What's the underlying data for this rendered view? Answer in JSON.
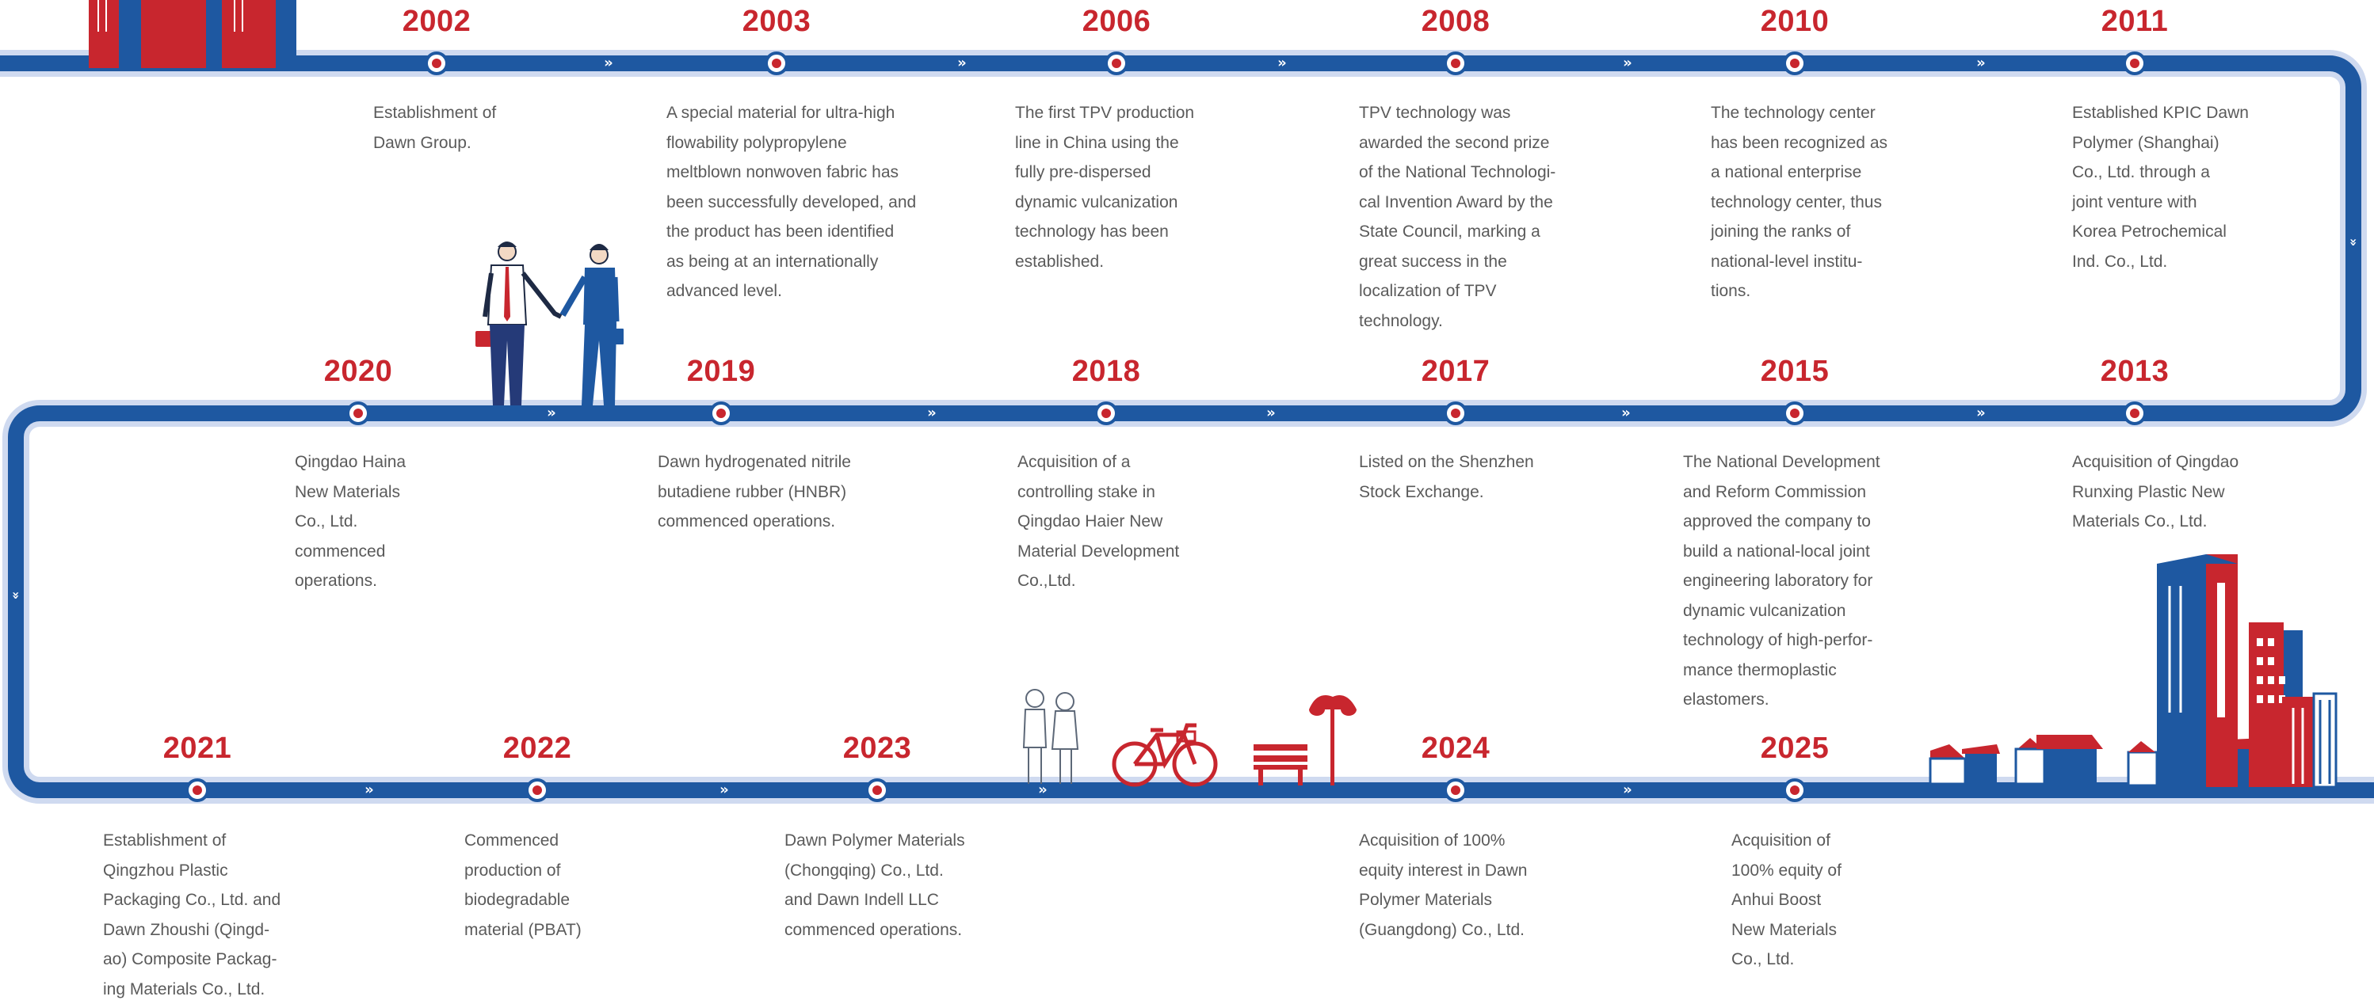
{
  "colors": {
    "track_blue": "#1e58a1",
    "track_halo": "#cfdaf0",
    "accent_red": "#c8262e",
    "text_gray": "#5a5a5a"
  },
  "row1": [
    {
      "year": "2002",
      "lines": [
        "Establishment of",
        "Dawn Group."
      ]
    },
    {
      "year": "2003",
      "lines": [
        "A special material for ultra-high",
        "flowability polypropylene",
        "meltblown nonwoven fabric has",
        "been successfully developed, and",
        "the product has been identified",
        "as being at an internationally",
        "advanced level."
      ]
    },
    {
      "year": "2006",
      "lines": [
        "The first TPV production",
        "line in China using the",
        "fully pre-dispersed",
        "dynamic vulcanization",
        "technology has been",
        "established."
      ]
    },
    {
      "year": "2008",
      "lines": [
        "TPV technology was",
        "awarded the second prize",
        "of the National Technologi-",
        "cal Invention Award by the",
        "State Council, marking a",
        "great success in the",
        "localization of TPV",
        "technology."
      ]
    },
    {
      "year": "2010",
      "lines": [
        "The technology center",
        "has been recognized as",
        "a national enterprise",
        "technology center, thus",
        "joining the ranks of",
        "national-level institu-",
        "tions."
      ]
    },
    {
      "year": "2011",
      "lines": [
        "Established KPIC Dawn",
        "Polymer (Shanghai)",
        "Co., Ltd. through a",
        "joint venture with",
        "Korea Petrochemical",
        "Ind. Co., Ltd."
      ]
    }
  ],
  "row2": [
    {
      "year": "2020",
      "lines": [
        "Qingdao Haina",
        "New Materials",
        "Co., Ltd.",
        "commenced",
        "operations."
      ]
    },
    {
      "year": "2019",
      "lines": [
        "Dawn hydrogenated nitrile",
        "butadiene rubber (HNBR)",
        "commenced operations."
      ]
    },
    {
      "year": "2018",
      "lines": [
        "Acquisition of a",
        "controlling stake in",
        "Qingdao Haier New",
        "Material Development",
        "Co.,Ltd."
      ]
    },
    {
      "year": "2017",
      "lines": [
        "Listed on the Shenzhen",
        "Stock Exchange."
      ]
    },
    {
      "year": "2015",
      "lines": [
        "The National Development",
        "and Reform Commission",
        "approved the company to",
        "build a national-local joint",
        "engineering laboratory for",
        "dynamic vulcanization",
        "technology of high-perfor-",
        "mance thermoplastic",
        "elastomers."
      ]
    },
    {
      "year": "2013",
      "lines": [
        "Acquisition of Qingdao",
        "Runxing Plastic New",
        "Materials Co., Ltd."
      ]
    }
  ],
  "row3": [
    {
      "year": "2021",
      "lines": [
        "Establishment of",
        "Qingzhou Plastic",
        "Packaging Co., Ltd. and",
        "Dawn Zhoushi (Qingd-",
        "ao) Composite Packag-",
        "ing Materials Co., Ltd."
      ]
    },
    {
      "year": "2022",
      "lines": [
        "Commenced",
        "production of",
        "biodegradable",
        "material (PBAT)"
      ]
    },
    {
      "year": "2023",
      "lines": [
        "Dawn Polymer Materials",
        "(Chongqing) Co., Ltd.",
        "and Dawn Indell LLC",
        "commenced operations."
      ]
    },
    {
      "year": "2024",
      "lines": [
        "Acquisition of 100%",
        "equity interest in Dawn",
        "Polymer Materials",
        "(Guangdong) Co., Ltd."
      ]
    },
    {
      "year": "2025",
      "lines": [
        "Acquisition of",
        "100% equity of",
        "Anhui Boost",
        "New Materials",
        "Co., Ltd."
      ]
    }
  ],
  "icons": {
    "flow_right": "»",
    "flow_down": "»",
    "illustrations": [
      "building-top-left-icon",
      "businessmen-handshake-icon",
      "children-icon",
      "bicycle-icon",
      "bench-icon",
      "street-lamp-icon",
      "houses-icon",
      "city-buildings-icon"
    ]
  }
}
